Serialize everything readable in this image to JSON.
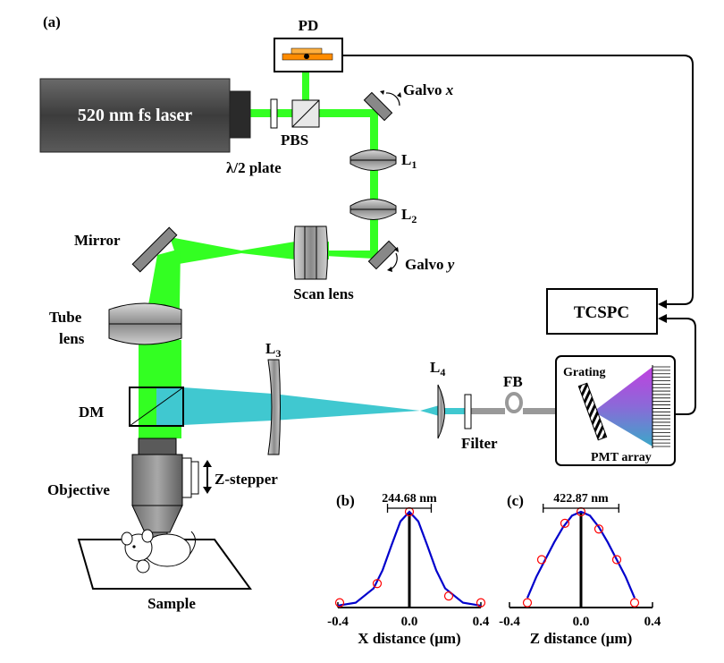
{
  "panel_labels": {
    "a": "(a)",
    "b": "(b)",
    "c": "(c)"
  },
  "labels": {
    "laser": "520 nm fs laser",
    "half_wave_plate": "λ/2 plate",
    "pbs": "PBS",
    "pd": "PD",
    "galvo_x": "Galvo",
    "galvo_x_axis": "x",
    "galvo_y": "Galvo",
    "galvo_y_axis": "y",
    "l1": "L",
    "l1_sub": "1",
    "l2": "L",
    "l2_sub": "2",
    "l3": "L",
    "l3_sub": "3",
    "l4": "L",
    "l4_sub": "4",
    "mirror": "Mirror",
    "scan_lens": "Scan lens",
    "tube_lens_1": "Tube",
    "tube_lens_2": "lens",
    "dm": "DM",
    "objective": "Objective",
    "z_stepper": "Z-stepper",
    "sample": "Sample",
    "filter": "Filter",
    "fb": "FB",
    "grating": "Grating",
    "pmt_array": "PMT array",
    "tcspc": "TCSPC"
  },
  "colors": {
    "excitation_beam": "#33ff22",
    "emission_beam": "#40c8d0",
    "fit_curve": "#0000cc",
    "data_points": "#ff0000",
    "pd_detector": "#ff8c00"
  },
  "chart_data": [
    {
      "type": "line",
      "panel": "(b)",
      "xlabel": "X distance (μm)",
      "ylabel": "",
      "xlim": [
        -0.4,
        0.4
      ],
      "ylim": [
        0,
        1
      ],
      "xticks": [
        "-0.4",
        "0.0",
        "0.4"
      ],
      "annotation": "244.68 nm",
      "fwhm_nm": 244.68,
      "series": [
        {
          "type": "scatter",
          "x": [
            -0.39,
            -0.18,
            0.0,
            0.22,
            0.4
          ],
          "y": [
            0.05,
            0.25,
            1.0,
            0.12,
            0.05
          ]
        },
        {
          "type": "line",
          "x": [
            -0.4,
            -0.3,
            -0.2,
            -0.15,
            -0.1,
            -0.05,
            0.0,
            0.05,
            0.1,
            0.15,
            0.2,
            0.3,
            0.4
          ],
          "y": [
            0.02,
            0.05,
            0.2,
            0.39,
            0.65,
            0.9,
            1.0,
            0.9,
            0.65,
            0.39,
            0.2,
            0.05,
            0.02
          ]
        }
      ]
    },
    {
      "type": "line",
      "panel": "(c)",
      "xlabel": "Z distance (μm)",
      "ylabel": "",
      "xlim": [
        -0.4,
        0.4
      ],
      "ylim": [
        0,
        1
      ],
      "xticks": [
        "-0.4",
        "0.0",
        "0.4"
      ],
      "annotation": "422.87 nm",
      "fwhm_nm": 422.87,
      "series": [
        {
          "type": "scatter",
          "x": [
            -0.3,
            -0.22,
            -0.09,
            0.0,
            0.1,
            0.2,
            0.3
          ],
          "y": [
            0.05,
            0.5,
            0.88,
            1.0,
            0.82,
            0.5,
            0.05
          ]
        },
        {
          "type": "line",
          "x": [
            -0.3,
            -0.25,
            -0.2,
            -0.15,
            -0.1,
            -0.05,
            0.0,
            0.05,
            0.1,
            0.15,
            0.2,
            0.25,
            0.3
          ],
          "y": [
            0.1,
            0.32,
            0.5,
            0.68,
            0.84,
            0.96,
            1.0,
            0.96,
            0.84,
            0.68,
            0.5,
            0.32,
            0.1
          ]
        }
      ]
    }
  ]
}
